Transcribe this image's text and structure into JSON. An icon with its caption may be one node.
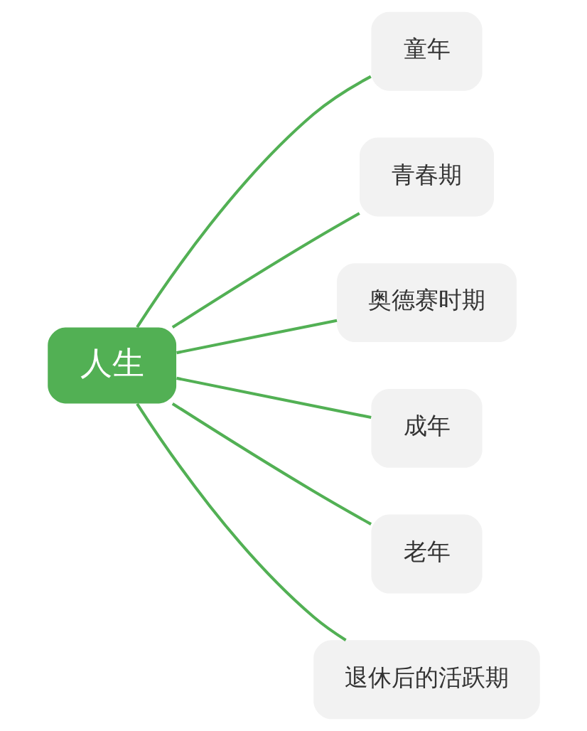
{
  "diagram": {
    "nodes": [
      {
        "text": [
          "人生"
        ]
      },
      {
        "text": [
          "童年"
        ]
      },
      {
        "text": [
          "青春期"
        ]
      },
      {
        "text": [
          "奥德赛时期"
        ]
      },
      {
        "text": [
          "成年"
        ]
      },
      {
        "text": [
          "老年"
        ]
      },
      {
        "text": [
          "退休后的活跃期"
        ]
      }
    ],
    "edges": [
      {
        "from": 0,
        "to": 1,
        "arrow": "none"
      },
      {
        "from": 0,
        "to": 2,
        "arrow": "none"
      },
      {
        "from": 0,
        "to": 3,
        "arrow": "none"
      },
      {
        "from": 0,
        "to": 4,
        "arrow": "none"
      },
      {
        "from": 0,
        "to": 5,
        "arrow": "none"
      },
      {
        "from": 0,
        "to": 6,
        "arrow": "none"
      }
    ]
  }
}
